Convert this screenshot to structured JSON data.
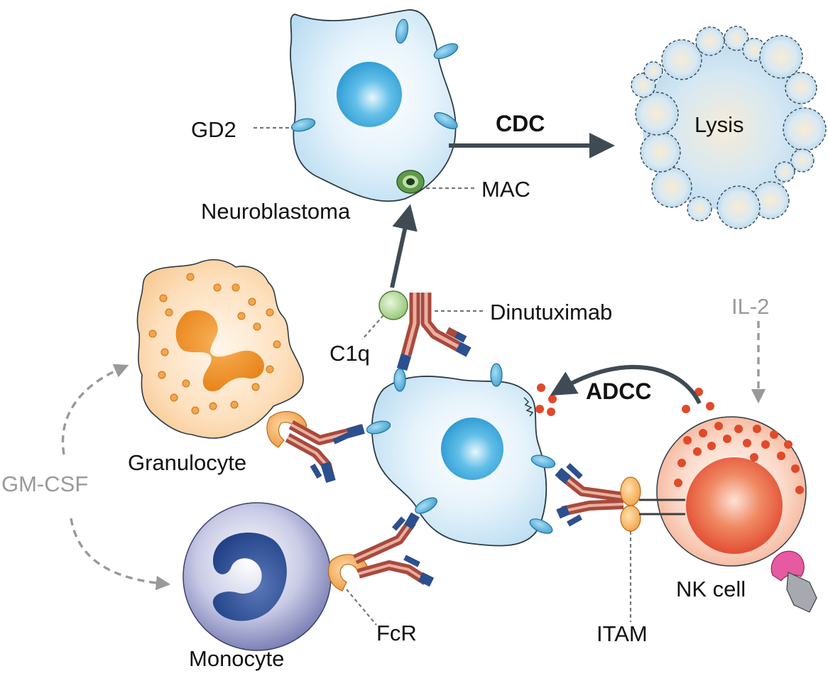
{
  "labels": {
    "gd2": "GD2",
    "neuroblastoma": "Neuroblastoma",
    "mac": "MAC",
    "cdc": "CDC",
    "lysis": "Lysis",
    "dinutuximab": "Dinutuximab",
    "c1q": "C1q",
    "il2": "IL-2",
    "adcc": "ADCC",
    "granulocyte": "Granulocyte",
    "gm_csf": "GM-CSF",
    "monocyte": "Monocyte",
    "fcr": "FcR",
    "itam": "ITAM",
    "nk_cell": "NK cell"
  },
  "colors": {
    "tumor_cell": "#d6ebf8",
    "nucleus": "#3aa8de",
    "gd2_antigen": "#4fb0de",
    "mac_complex": "#4f8a3c",
    "c1q": "#9ccc7e",
    "antibody_heavy": "#a84a3e",
    "antibody_light": "#e8a898",
    "antibody_tip": "#2c4f8f",
    "granulocyte_cytoplasm": "#fbd6a8",
    "granulocyte_nucleus": "#ec8a1c",
    "fc_receptor": "#f2a652",
    "monocyte": "#6d72aa",
    "nk_cell": "#f6b79e",
    "nk_nucleus": "#e8543a",
    "granzyme_dots": "#e04a2a",
    "arrow_dark": "#3f4b54",
    "cytokine_text": "#9a9a9a"
  }
}
